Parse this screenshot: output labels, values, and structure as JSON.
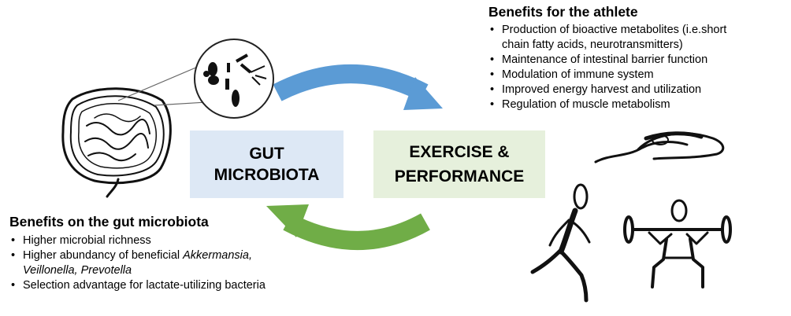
{
  "center": {
    "gut_box": {
      "line1": "GUT",
      "line2": "MICROBIOTA"
    },
    "exercise_box": {
      "line1": "EXERCISE &",
      "line2": "PERFORMANCE"
    }
  },
  "athlete_benefits": {
    "heading": "Benefits for the athlete",
    "items": [
      "Production of bioactive metabolites (i.e.short",
      "chain fatty acids, neurotransmitters)",
      "Maintenance of intestinal barrier function",
      "Modulation of immune system",
      "Improved energy harvest and utilization",
      "Regulation of muscle metabolism"
    ]
  },
  "microbiota_benefits": {
    "heading": "Benefits on the gut microbiota",
    "item1": "Higher microbial richness",
    "item2_prefix": "Higher abundancy of beneficial ",
    "item2_italic1": "Akkermansia,",
    "item2_italic2": "Veillonella, Prevotella",
    "item3": "Selection advantage for lactate-utilizing bacteria"
  },
  "colors": {
    "arrow_top": "#5b9bd5",
    "arrow_bottom": "#70ad47",
    "gut_box_bg": "#dde8f5",
    "exercise_box_bg": "#e6f0dc"
  },
  "icons": [
    "intestine-icon",
    "bacteria-magnifier-icon",
    "runner-icon",
    "weightlifter-icon",
    "swimmer-icon"
  ]
}
